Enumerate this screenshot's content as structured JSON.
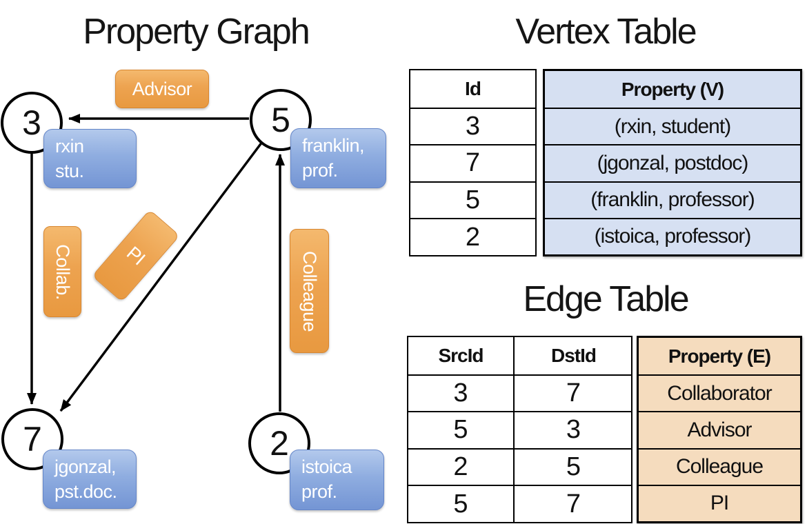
{
  "graph": {
    "title": "Property Graph",
    "nodes": [
      {
        "id": "3"
      },
      {
        "id": "5"
      },
      {
        "id": "7"
      },
      {
        "id": "2"
      }
    ],
    "edge_labels": {
      "advisor": "Advisor",
      "collab": "Collab.",
      "pi": "PI",
      "colleague": "Colleague"
    },
    "vertex_boxes": [
      {
        "line1": "rxin",
        "line2": "stu."
      },
      {
        "line1": "franklin,",
        "line2": "prof."
      },
      {
        "line1": "jgonzal,",
        "line2": "pst.doc."
      },
      {
        "line1": "istoica",
        "line2": "prof."
      }
    ]
  },
  "vertex_table": {
    "title": "Vertex Table",
    "headers": {
      "id": "Id",
      "property": "Property (V)"
    },
    "rows": [
      {
        "id": "3",
        "property": "(rxin, student)"
      },
      {
        "id": "7",
        "property": "(jgonzal, postdoc)"
      },
      {
        "id": "5",
        "property": "(franklin, professor)"
      },
      {
        "id": "2",
        "property": "(istoica, professor)"
      }
    ]
  },
  "edge_table": {
    "title": "Edge Table",
    "headers": {
      "src": "SrcId",
      "dst": "DstId",
      "property": "Property (E)"
    },
    "rows": [
      {
        "src": "3",
        "dst": "7",
        "property": "Collaborator"
      },
      {
        "src": "5",
        "dst": "3",
        "property": "Advisor"
      },
      {
        "src": "2",
        "dst": "5",
        "property": "Colleague"
      },
      {
        "src": "5",
        "dst": "7",
        "property": "PI"
      }
    ]
  },
  "colors": {
    "edge_label_orange": "#eda350",
    "edge_label_border": "#d8862f",
    "vertex_box_blue": "#8fade0",
    "vertex_box_border": "#6486c9",
    "vertex_table_cell": "#d6e0f2",
    "edge_table_cell": "#f5dcbe",
    "line_black": "#000000",
    "text_white": "#ffffff"
  }
}
